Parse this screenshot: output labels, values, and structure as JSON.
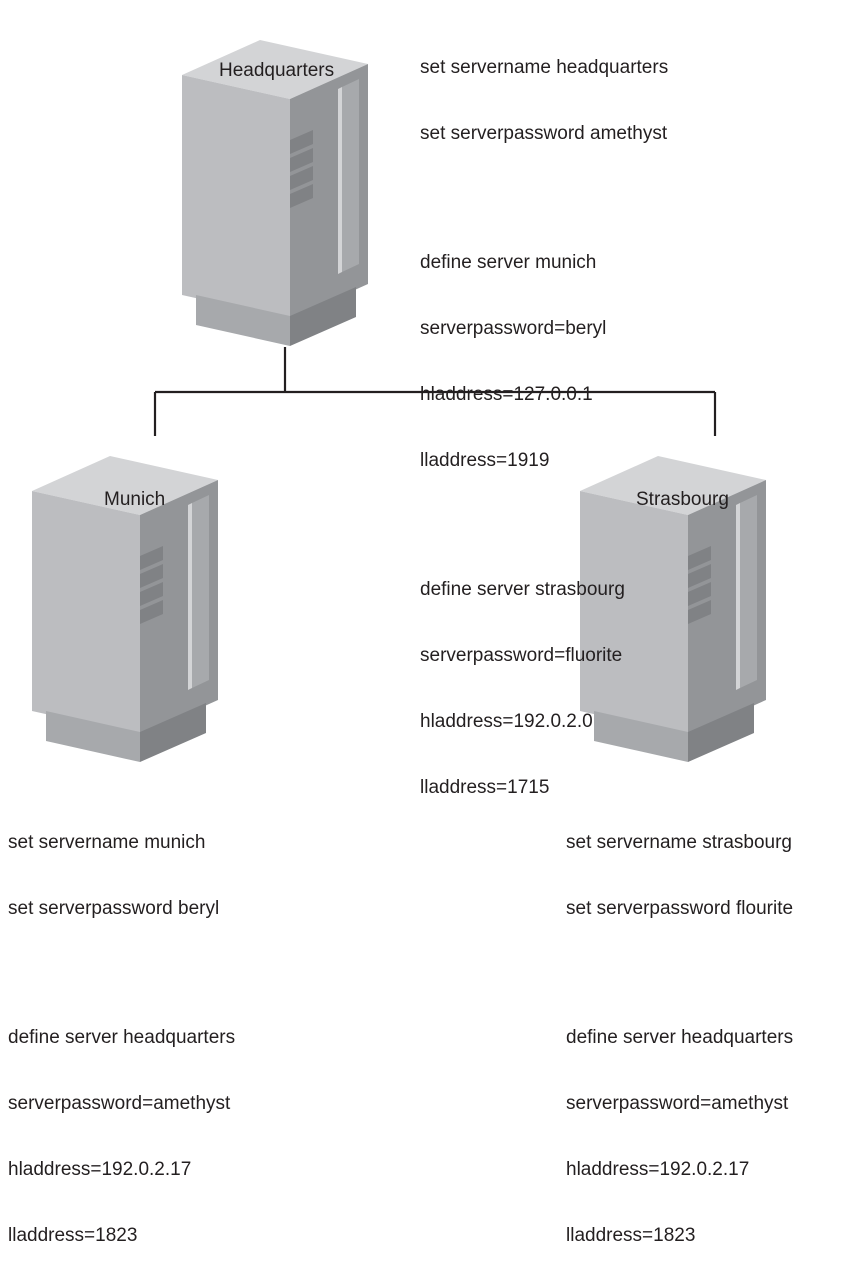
{
  "servers": {
    "headquarters": {
      "label": "Headquarters",
      "config": {
        "set_servername": "set servername headquarters",
        "set_serverpassword": "set serverpassword amethyst",
        "define_munich": {
          "line1": "define server munich",
          "line2": "serverpassword=beryl",
          "line3": "hladdress=127.0.0.1",
          "line4": "lladdress=1919"
        },
        "define_strasbourg": {
          "line1": "define server strasbourg",
          "line2": "serverpassword=fluorite",
          "line3": "hladdress=192.0.2.0",
          "line4": "lladdress=1715"
        }
      }
    },
    "munich": {
      "label": "Munich",
      "config": {
        "set_servername": "set servername munich",
        "set_serverpassword": "set serverpassword beryl",
        "define_headquarters": {
          "line1": "define server headquarters",
          "line2": "serverpassword=amethyst",
          "line3": "hladdress=192.0.2.17",
          "line4": "lladdress=1823"
        }
      }
    },
    "strasbourg": {
      "label": "Strasbourg",
      "config": {
        "set_servername": "set servername strasbourg",
        "set_serverpassword": "set serverpassword flourite",
        "define_headquarters": {
          "line1": "define server headquarters",
          "line2": "serverpassword=amethyst",
          "line3": "hladdress=192.0.2.17",
          "line4": "lladdress=1823"
        }
      }
    }
  },
  "colors": {
    "server_top": "#d3d4d6",
    "server_front": "#bcbdc0",
    "server_side": "#939598",
    "server_base_front": "#a7a9ac",
    "server_base_side": "#808285",
    "panel": "#a7a9ac",
    "vent": "#808285",
    "line": "#231f20",
    "text": "#231f20"
  }
}
